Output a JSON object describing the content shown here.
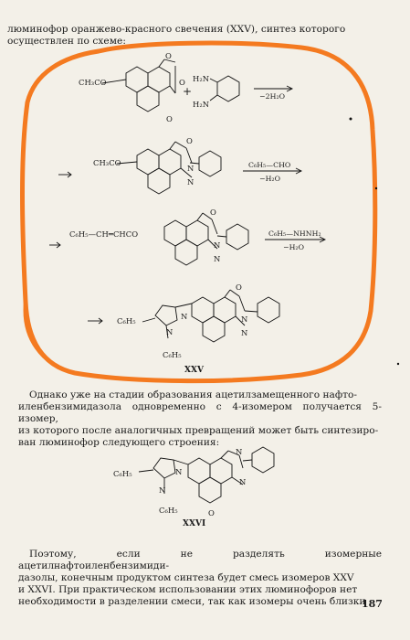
{
  "intro": {
    "line1": "люминофор оранжево-красного свечения (XXV), синтез которого",
    "line2": "осуществлен по схеме:"
  },
  "scheme": {
    "step1": {
      "substituent": "CH₃CO",
      "plus": "+",
      "amine_top": "H₂N",
      "amine_bottom": "H₂N",
      "condition": "−2H₂O"
    },
    "step2": {
      "substituent": "CH₃CO",
      "reagent": "C₆H₅—CHO",
      "condition": "−H₂O"
    },
    "step3": {
      "substituent": "C₆H₅—CH═CHCO",
      "reagent": "C₆H₅—NHNH₂",
      "condition": "−H₂O"
    },
    "step4": {
      "phenyl_top": "C₆H₅",
      "phenyl_bottom": "C₆H₅",
      "label": "XXV"
    },
    "atoms": {
      "O": "O",
      "N": "N"
    }
  },
  "paragraph2": {
    "lines": [
      "Однако уже на стадии образования ацетилзамещенного нафто-",
      "иленбензимидазола одновременно с 4-изомером получается 5-изомер,",
      "из которого после аналогичных превращений может быть синтезиро-",
      "ван люминофор следующего строения:"
    ]
  },
  "structure2": {
    "phenyl_top": "C₆H₅",
    "phenyl_bottom": "C₆H₅",
    "label": "XXVI"
  },
  "paragraph3": {
    "lines": [
      "Поэтому, если не разделять изомерные ацетилнафтоиленбензимиди-",
      "дазолы, конечным продуктом синтеза будет смесь изомеров XXV",
      "и XXVI. При практическом использовании этих люминофоров нет",
      "необходимости в разделении смеси, так как изомеры очень близки"
    ]
  },
  "page_number": "187",
  "annotation": {
    "color": "#f47a20"
  }
}
